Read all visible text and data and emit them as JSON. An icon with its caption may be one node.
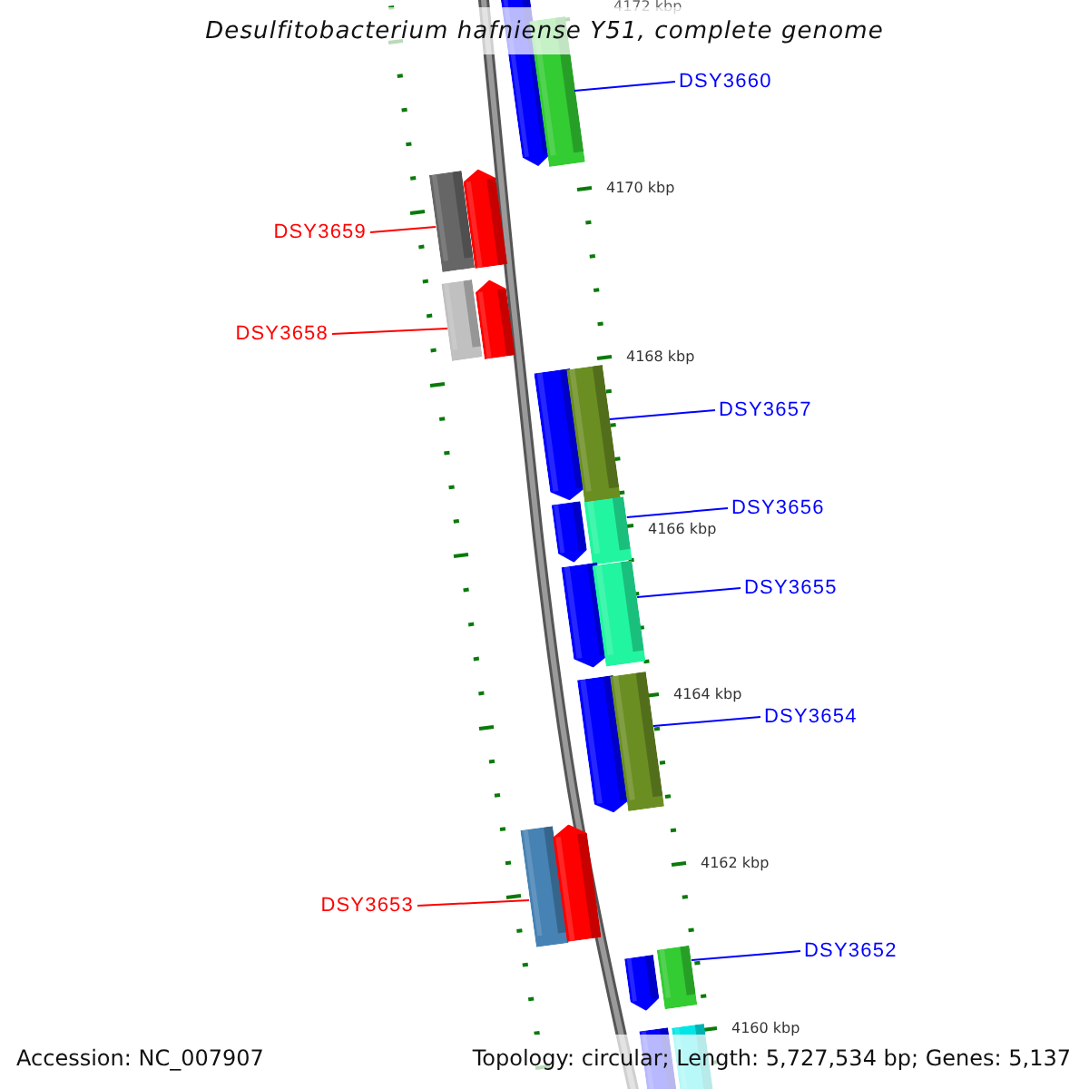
{
  "diagram": {
    "title": "Desulfitobacterium hafniense Y51, complete genome",
    "nodes": [
      {
        "text": [],
        "shape": "bar"
      },
      {
        "text": [],
        "shape": "bar"
      },
      {
        "text": [
          "DSY3660"
        ]
      },
      {
        "text": [
          "DSY3659"
        ]
      },
      {
        "text": [],
        "shape": "bar"
      },
      {
        "text": [],
        "shape": "bar"
      },
      {
        "text": [
          "DSY3658"
        ]
      },
      {
        "text": [],
        "shape": "bar"
      },
      {
        "text": [],
        "shape": "bar"
      },
      {
        "text": [],
        "shape": "bar"
      },
      {
        "text": [],
        "shape": "bar"
      },
      {
        "text": [
          "DSY3657"
        ]
      },
      {
        "text": [],
        "shape": "bar"
      },
      {
        "text": [],
        "shape": "bar"
      },
      {
        "text": [
          "DSY3656"
        ]
      },
      {
        "text": [],
        "shape": "bar"
      },
      {
        "text": [],
        "shape": "bar"
      },
      {
        "text": [
          "DSY3655"
        ]
      },
      {
        "text": [],
        "shape": "bar"
      },
      {
        "text": [],
        "shape": "bar"
      },
      {
        "text": [
          "DSY3654"
        ]
      },
      {
        "text": [],
        "shape": "bar"
      },
      {
        "text": [],
        "shape": "bar"
      },
      {
        "text": [
          "DSY3653"
        ]
      },
      {
        "text": [],
        "shape": "bar"
      },
      {
        "text": [],
        "shape": "bar"
      },
      {
        "text": [
          "DSY3652"
        ]
      },
      {
        "text": [],
        "shape": "bar"
      },
      {
        "text": [],
        "shape": "bar"
      }
    ],
    "edges": [
      {
        "from": 2,
        "to": 1,
        "arrow": "none"
      },
      {
        "from": 3,
        "to": 4,
        "arrow": "none",
        "color": "#ff0000"
      },
      {
        "from": 6,
        "to": 7,
        "arrow": "none",
        "color": "#ff0000"
      },
      {
        "from": 11,
        "to": 10,
        "arrow": "none"
      },
      {
        "from": 14,
        "to": 13,
        "arrow": "none"
      },
      {
        "from": 17,
        "to": 16,
        "arrow": "none"
      },
      {
        "from": 20,
        "to": 19,
        "arrow": "none"
      },
      {
        "from": 23,
        "to": 21,
        "arrow": "none",
        "color": "#ff0000"
      },
      {
        "from": 26,
        "to": 25,
        "arrow": "none"
      }
    ],
    "labels": [
      "4172 kbp",
      "4170 kbp",
      "4168 kbp",
      "4166 kbp",
      "4164 kbp",
      "4162 kbp",
      "4160 kbp",
      "Accession: NC_007907",
      "Topology: circular; Length: 5,727,534 bp; Genes: 5,137"
    ]
  }
}
